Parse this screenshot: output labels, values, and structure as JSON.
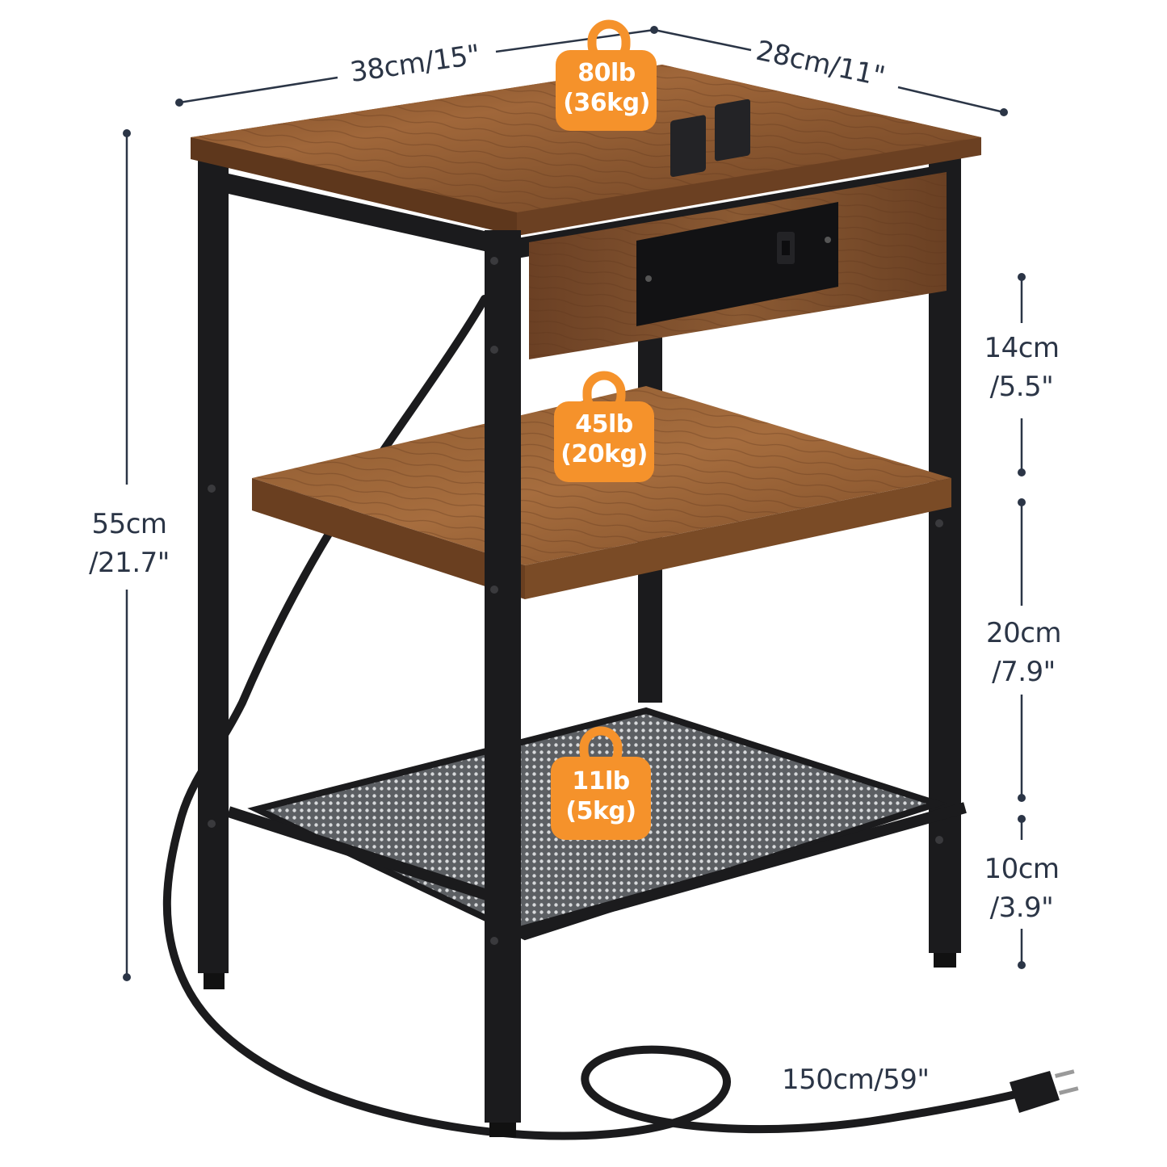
{
  "dimensions": {
    "width": "38cm/15\"",
    "depth": "28cm/11\"",
    "height": {
      "cm": "55cm",
      "in": "/21.7\""
    },
    "top_gap": {
      "cm": "14cm",
      "in": "/5.5\""
    },
    "middle_gap": {
      "cm": "20cm",
      "in": "/7.9\""
    },
    "bottom_gap": {
      "cm": "10cm",
      "in": "/3.9\""
    },
    "cord_length": "150cm/59\""
  },
  "load_capacity": {
    "top": {
      "lb": "80lb",
      "kg": "(36kg)"
    },
    "middle": {
      "lb": "45lb",
      "kg": "(20kg)"
    },
    "bottom": {
      "lb": "11lb",
      "kg": "(5kg)"
    }
  },
  "colors": {
    "badge": "#f5922b",
    "frame": "#1b1b1d",
    "wood": "#8a5a30",
    "dimension_line": "#2b3546"
  }
}
